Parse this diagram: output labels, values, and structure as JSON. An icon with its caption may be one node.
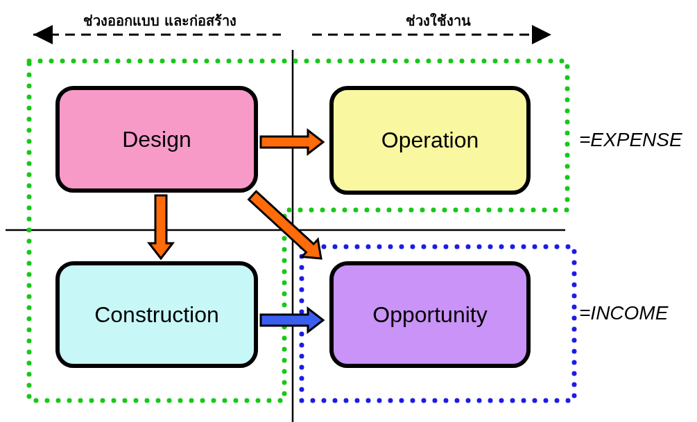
{
  "diagram": {
    "nodes": [
      {
        "text": [
          "=EXPENSE"
        ]
      },
      {
        "text": [
          "Design"
        ],
        "in": 0
      },
      {
        "text": [
          "Operation"
        ],
        "in": 0
      },
      {
        "text": [
          "Construction"
        ],
        "in": 0
      },
      {
        "text": [
          "=INCOME"
        ]
      },
      {
        "text": [
          "Opportunity"
        ],
        "in": 4
      }
    ],
    "edges": [
      {
        "from": 1,
        "to": 2,
        "arrow": "to"
      },
      {
        "from": 1,
        "to": 3,
        "arrow": "to"
      },
      {
        "from": 1,
        "to": 5,
        "arrow": "to"
      },
      {
        "from": 3,
        "to": 5,
        "arrow": "to",
        "color": "#3a5ff0"
      }
    ],
    "labels": [
      "ช่วงออกแบบ และก่อสร้าง",
      "ช่วงใช้งาน"
    ]
  }
}
